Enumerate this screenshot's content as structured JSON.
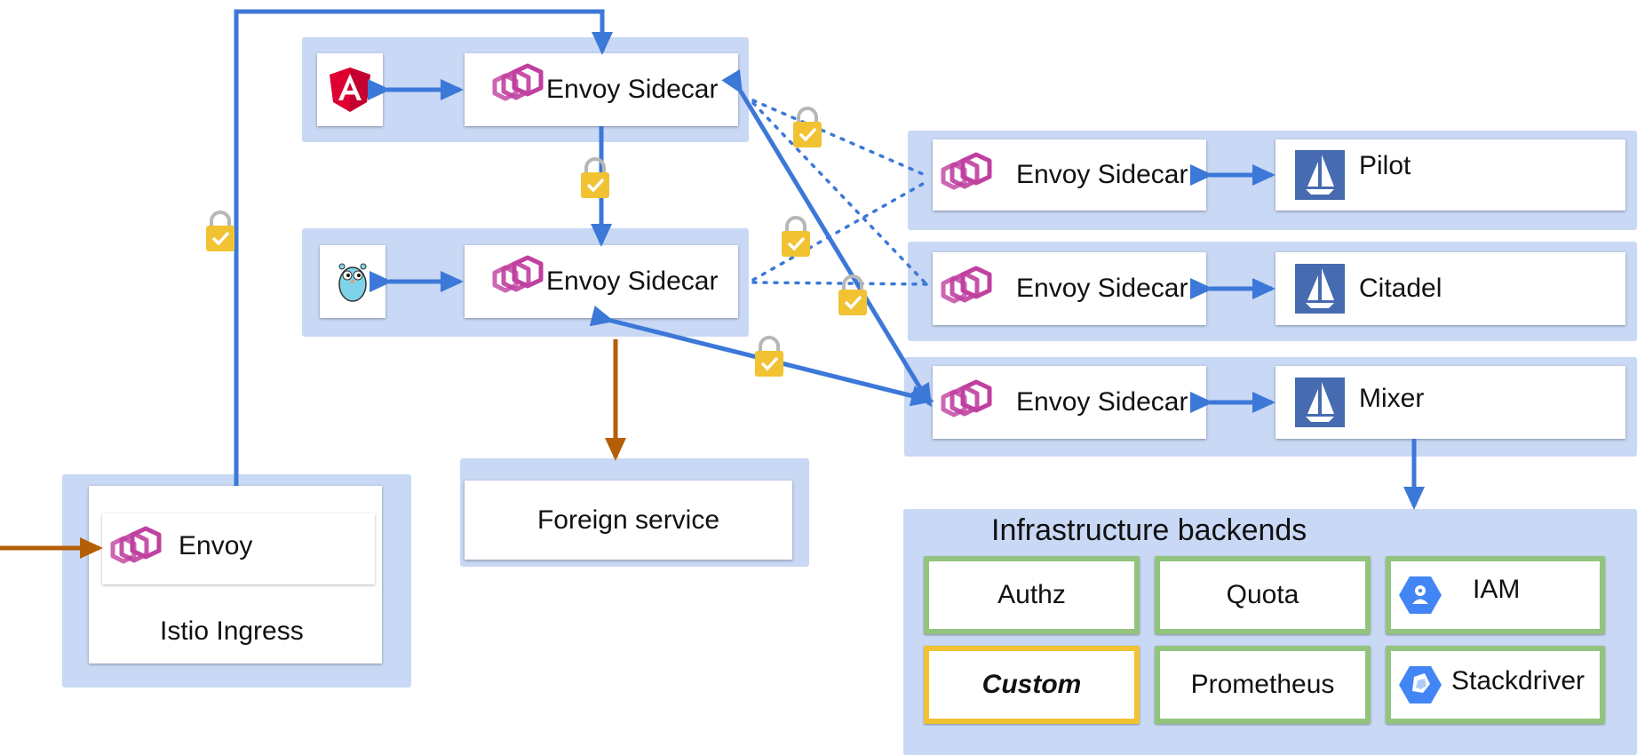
{
  "colors": {
    "region": "#c8d8f5",
    "arrow_blue": "#3c78d8",
    "arrow_orange": "#b45f06",
    "dotted_blue": "#3c78d8",
    "lock_body": "#f1c232",
    "lock_shackle": "#b7b7b7",
    "backend_border_green": "#93c47d",
    "backend_border_yellow": "#f1c232",
    "istio_icon": "#466bb0",
    "envoy_icon": "#c040a0",
    "angular_icon": "#dd0031",
    "gcp_icon": "#4285f4"
  },
  "services": {
    "angular_service": {
      "proxy_label": "Envoy Sidecar",
      "app_icon": "angular-icon"
    },
    "go_service": {
      "proxy_label": "Envoy Sidecar",
      "app_icon": "gopher-icon"
    }
  },
  "control_plane": [
    {
      "proxy_label": "Envoy Sidecar",
      "component_label": "Pilot",
      "icon": "istio-sail-icon"
    },
    {
      "proxy_label": "Envoy Sidecar",
      "component_label": "Citadel",
      "icon": "istio-sail-icon"
    },
    {
      "proxy_label": "Envoy Sidecar",
      "component_label": "Mixer",
      "icon": "istio-sail-icon"
    }
  ],
  "ingress": {
    "proxy_label": "Envoy",
    "title": "Istio Ingress"
  },
  "foreign_service": {
    "label": "Foreign service"
  },
  "infrastructure": {
    "title": "Infrastructure backends",
    "backends": [
      {
        "label": "Authz",
        "icon": ""
      },
      {
        "label": "Quota",
        "icon": ""
      },
      {
        "label": "IAM",
        "icon": "gcp-iam-icon"
      },
      {
        "label": "Custom",
        "icon": ""
      },
      {
        "label": "Prometheus",
        "icon": ""
      },
      {
        "label": "Stackdriver",
        "icon": "stackdriver-icon"
      }
    ]
  },
  "locks": {
    "icon": "padlock-check-icon",
    "count": 6
  }
}
